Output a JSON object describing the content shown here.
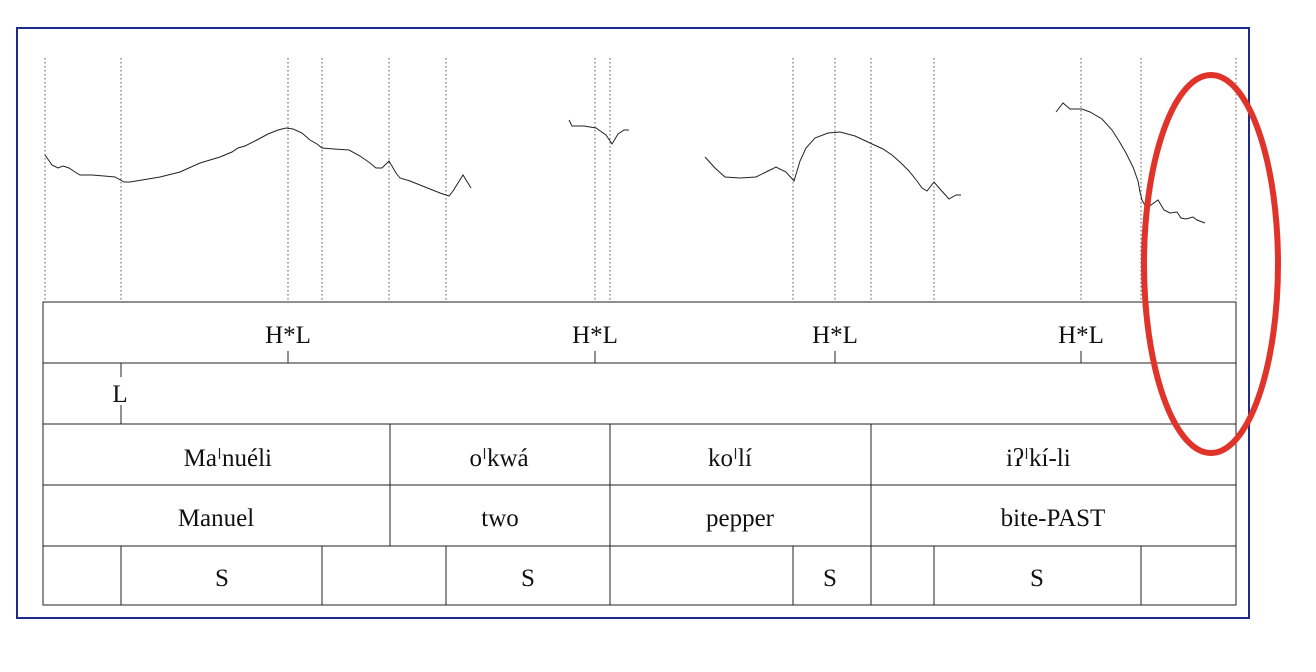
{
  "colors": {
    "frame": "#1c2a8a",
    "ink": "#222222",
    "guide": "#555555",
    "highlight": "#e0342a",
    "background": "#ffffff"
  },
  "tone_tier": {
    "labels": [
      "H*L",
      "H*L",
      "H*L",
      "H*L"
    ]
  },
  "boundary_tier": {
    "labels": [
      "L"
    ]
  },
  "word_tier": {
    "words": [
      {
        "pre": "Ma",
        "post": "nuéli"
      },
      {
        "pre": "o",
        "post": "kwá"
      },
      {
        "pre": "ko",
        "post": "lí"
      },
      {
        "pre": "iʔ",
        "post": "kí-li"
      }
    ]
  },
  "gloss_tier": {
    "glosses": [
      "Manuel",
      "two",
      "pepper",
      "bite-PAST"
    ]
  },
  "stress_tier": {
    "cells": [
      "",
      "S",
      "",
      "S",
      "",
      "S",
      "",
      "S",
      ""
    ]
  },
  "highlight": {
    "shape": "ellipse",
    "target": "final-boundary"
  }
}
